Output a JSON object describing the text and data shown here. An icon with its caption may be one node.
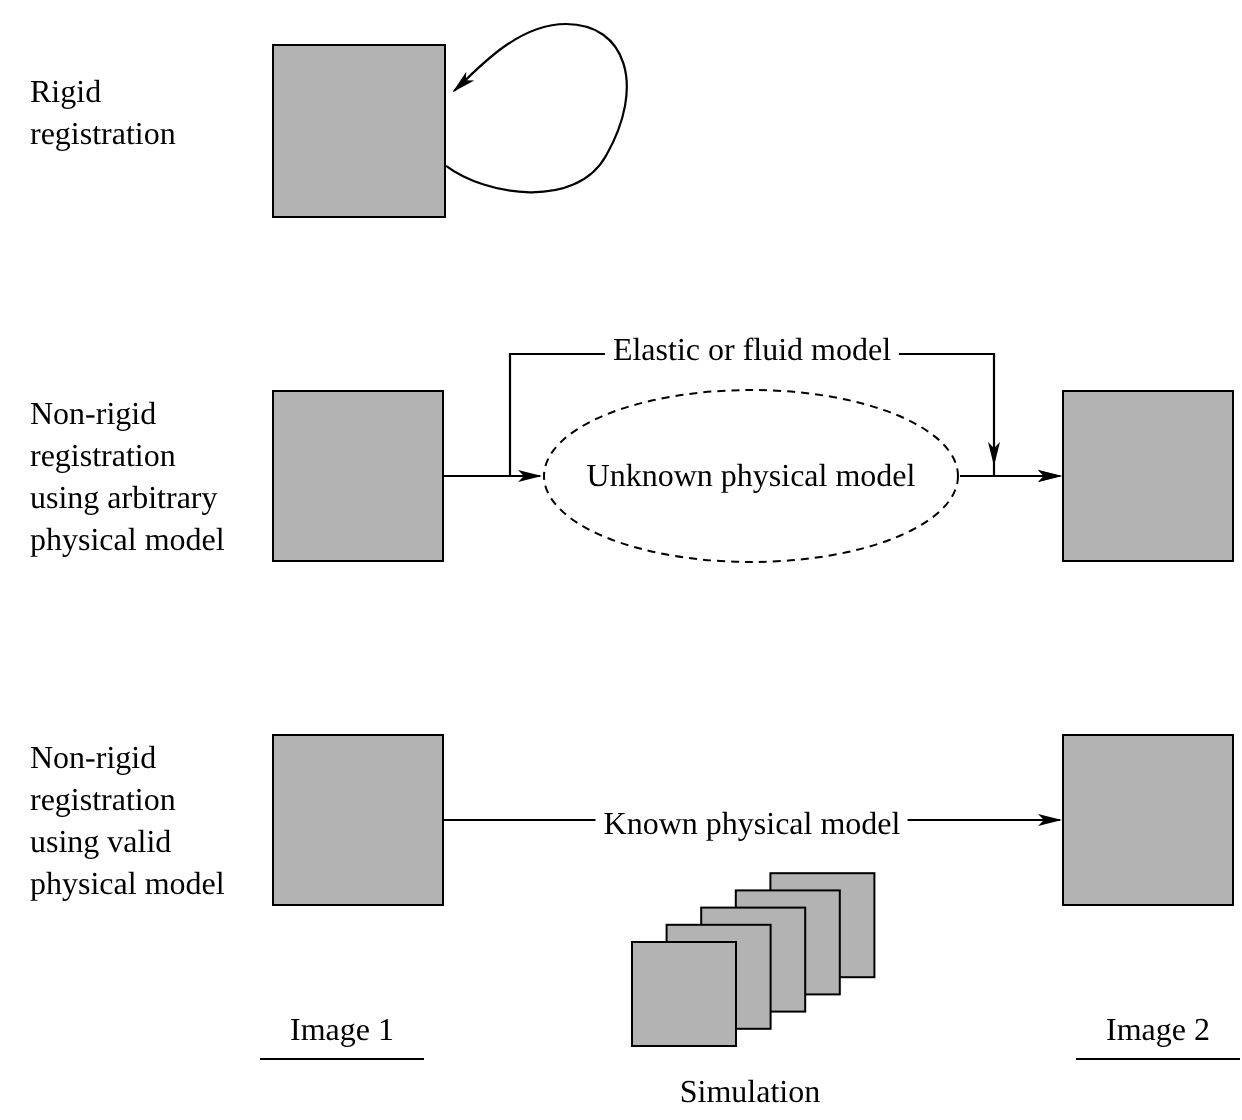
{
  "diagram": {
    "nodes": [
      {
        "text": [],
        "shape": "box"
      },
      {
        "text": [],
        "shape": "box"
      },
      {
        "text": [
          "Unknown physical model"
        ]
      },
      {
        "text": [],
        "shape": "box"
      },
      {
        "text": [],
        "shape": "box"
      },
      {
        "text": [],
        "shape": "box"
      }
    ],
    "edges": [
      {
        "from": 0,
        "to": 0,
        "arrow": "to"
      },
      {
        "from": 1,
        "to": 2,
        "arrow": "to"
      },
      {
        "from": 2,
        "to": 3,
        "arrow": "to"
      },
      {
        "from": 1,
        "to": 3,
        "arrow": "to",
        "label": "Elastic or fluid model"
      },
      {
        "from": 4,
        "to": 5,
        "arrow": "to",
        "label": "Known physical model"
      }
    ],
    "labels": [
      "Rigid registration",
      "Non-rigid registration using arbitrary physical model",
      "Non-rigid registration using valid physical model",
      "Image 1",
      "Simulation",
      "Image 2"
    ]
  }
}
